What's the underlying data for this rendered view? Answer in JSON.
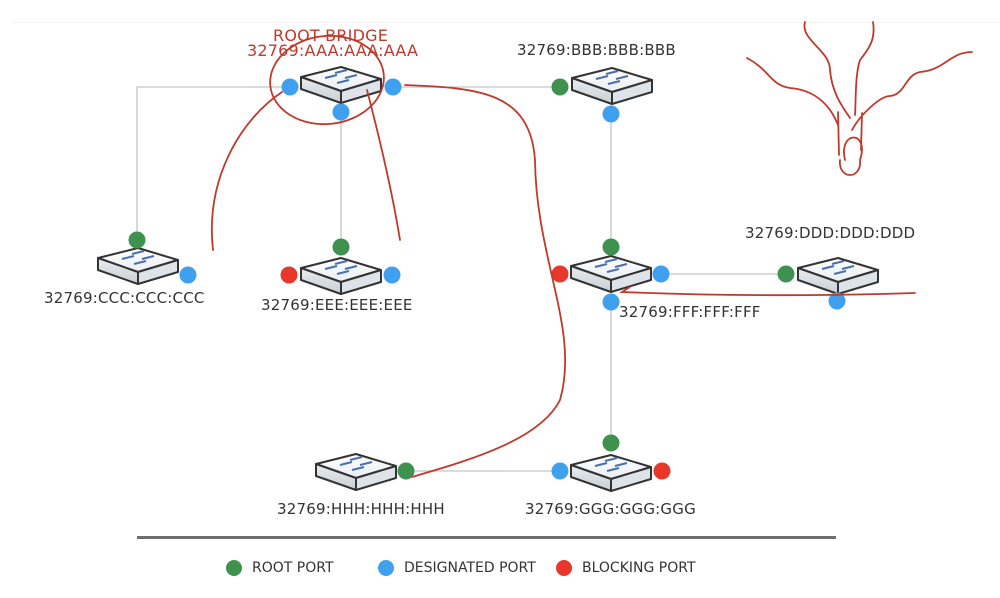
{
  "diagram": {
    "title_annotation": "ROOT BRIDGE",
    "colors": {
      "root_port": "#3f9150",
      "designated_port": "#40a0f0",
      "blocking_port": "#e8382b",
      "link": "#cfcfcf",
      "annotation": "#c0392b",
      "switch_outline": "#333333"
    },
    "switches": [
      {
        "id": "AAA",
        "bridge_id": "32769:AAA:AAA:AAA",
        "role": "root-bridge"
      },
      {
        "id": "BBB",
        "bridge_id": "32769:BBB:BBB:BBB"
      },
      {
        "id": "CCC",
        "bridge_id": "32769:CCC:CCC:CCC"
      },
      {
        "id": "EEE",
        "bridge_id": "32769:EEE:EEE:EEE"
      },
      {
        "id": "FFF",
        "bridge_id": "32769:FFF:FFF:FFF"
      },
      {
        "id": "DDD",
        "bridge_id": "32769:DDD:DDD:DDD"
      },
      {
        "id": "HHH",
        "bridge_id": "32769:HHH:HHH:HHH"
      },
      {
        "id": "GGG",
        "bridge_id": "32769:GGG:GGG:GGG"
      }
    ],
    "links": [
      {
        "from": "AAA",
        "from_port": "designated",
        "to": "CCC",
        "to_port": "root"
      },
      {
        "from": "AAA",
        "from_port": "designated",
        "to": "EEE",
        "to_port": "root"
      },
      {
        "from": "AAA",
        "from_port": "designated",
        "to": "BBB",
        "to_port": "root"
      },
      {
        "from": "BBB",
        "from_port": "designated",
        "to": "FFF",
        "to_port": "root"
      },
      {
        "from": "FFF",
        "from_port": "designated",
        "to": "DDD",
        "to_port": "root"
      },
      {
        "from": "FFF",
        "from_port": "designated",
        "to": "GGG",
        "to_port": "root"
      },
      {
        "from": "GGG",
        "from_port": "designated",
        "to": "HHH",
        "to_port": "root"
      }
    ],
    "extra_ports": [
      {
        "switch": "CCC",
        "type": "designated"
      },
      {
        "switch": "EEE",
        "type": "blocking"
      },
      {
        "switch": "EEE",
        "type": "designated"
      },
      {
        "switch": "FFF",
        "type": "blocking"
      },
      {
        "switch": "DDD",
        "type": "designated"
      },
      {
        "switch": "GGG",
        "type": "blocking"
      }
    ]
  },
  "legend": {
    "items": [
      {
        "label": "ROOT PORT",
        "type": "root"
      },
      {
        "label": "DESIGNATED PORT",
        "type": "designated"
      },
      {
        "label": "BLOCKING PORT",
        "type": "blocking"
      }
    ]
  }
}
